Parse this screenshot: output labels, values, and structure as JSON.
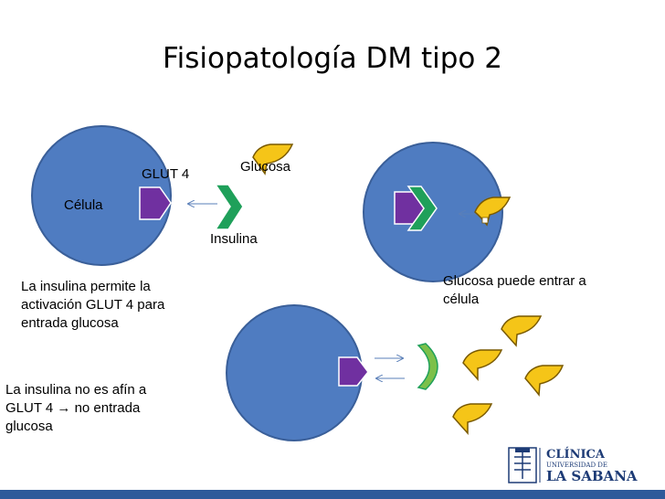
{
  "title": "Fisiopatología DM tipo 2",
  "labels": {
    "glut4": "GLUT 4",
    "glucosa": "Glucosa",
    "celula": "Célula",
    "insulina": "Insulina"
  },
  "texts": {
    "insulin_activates": [
      "La insulina permite la",
      "activación GLUT 4 para",
      "entrada glucosa"
    ],
    "glucose_enters": [
      "Glucosa puede entrar a",
      "célula"
    ],
    "not_affine": [
      "La insulina no es afín a",
      "GLUT 4 → no entrada",
      "glucosa"
    ]
  },
  "logo": {
    "line1": "CLÍNICA",
    "line2": "UNIVERSIDAD DE",
    "line3": "LA SABANA"
  },
  "colors": {
    "cell": "#4f7cc1",
    "cell_border": "#3a5f99",
    "glut4": "#7030a0",
    "insulin": "#1fa05a",
    "insulin_mutant": "#7cc04a",
    "glucose": "#f5c518",
    "glucose_border": "#7a5a00",
    "footer": "#2e5a9a"
  }
}
